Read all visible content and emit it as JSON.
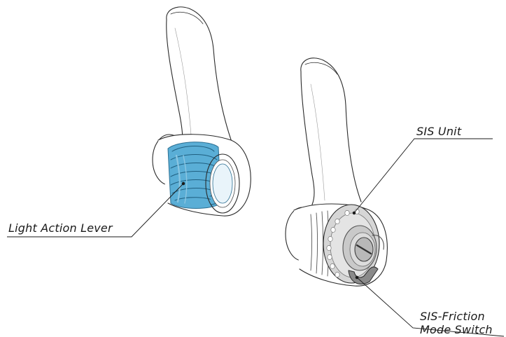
{
  "labels": {
    "light_action_lever": "Light Action Lever",
    "sis_unit": "SIS Unit",
    "sis_friction_line1": "SIS-Friction",
    "sis_friction_line2": "Mode Switch"
  },
  "colors": {
    "outline": "#2a2a2a",
    "spring_blue": "#4fa6cf",
    "spring_blue_light": "#8cc6e2",
    "unit_grey": "#cfcfcf",
    "switch_grey": "#8a8a8a"
  }
}
